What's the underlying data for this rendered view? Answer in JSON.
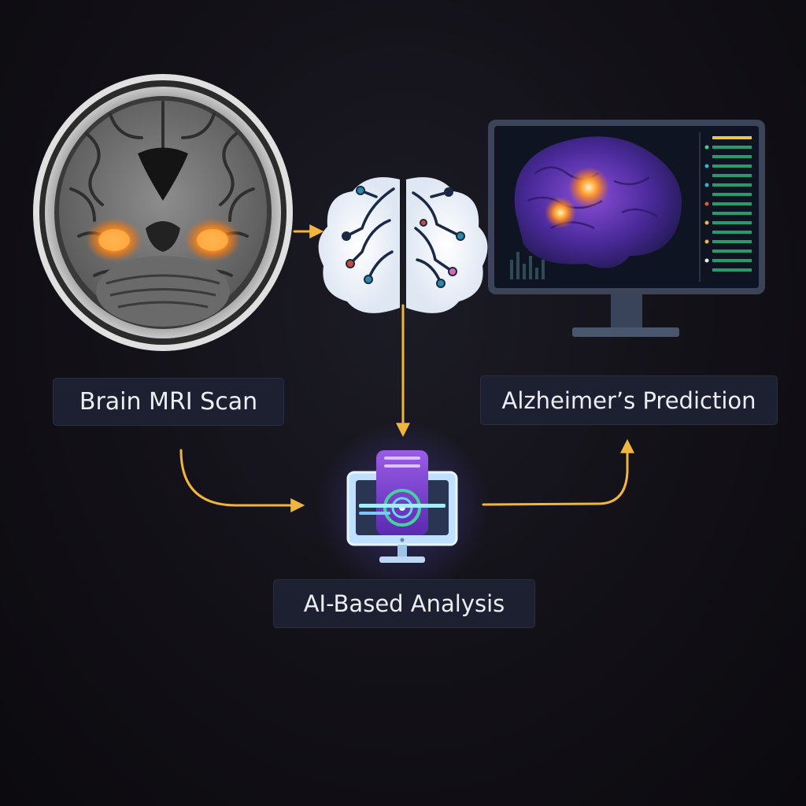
{
  "nodes": {
    "mri_scan": {
      "label": "Brain MRI Scan",
      "icon": "brain-mri-scan-icon"
    },
    "neural_brain": {
      "icon": "neural-network-brain-icon"
    },
    "ai_analysis": {
      "label": "AI-Based Analysis",
      "icon": "ai-scanner-computer-icon"
    },
    "prediction": {
      "label": "Alzheimer’s Prediction",
      "icon": "monitor-brain-visualization-icon"
    }
  },
  "edges": [
    {
      "from": "mri_scan",
      "to": "neural_brain"
    },
    {
      "from": "neural_brain",
      "to": "ai_analysis"
    },
    {
      "from": "mri_scan",
      "to": "ai_analysis"
    },
    {
      "from": "ai_analysis",
      "to": "prediction"
    }
  ],
  "colors": {
    "arrow": "#f0b53c",
    "label_bg": "#1d2030",
    "label_text": "#eceef4",
    "highlight": "#ff8c1a",
    "accent_purple": "#8a4fd8"
  }
}
